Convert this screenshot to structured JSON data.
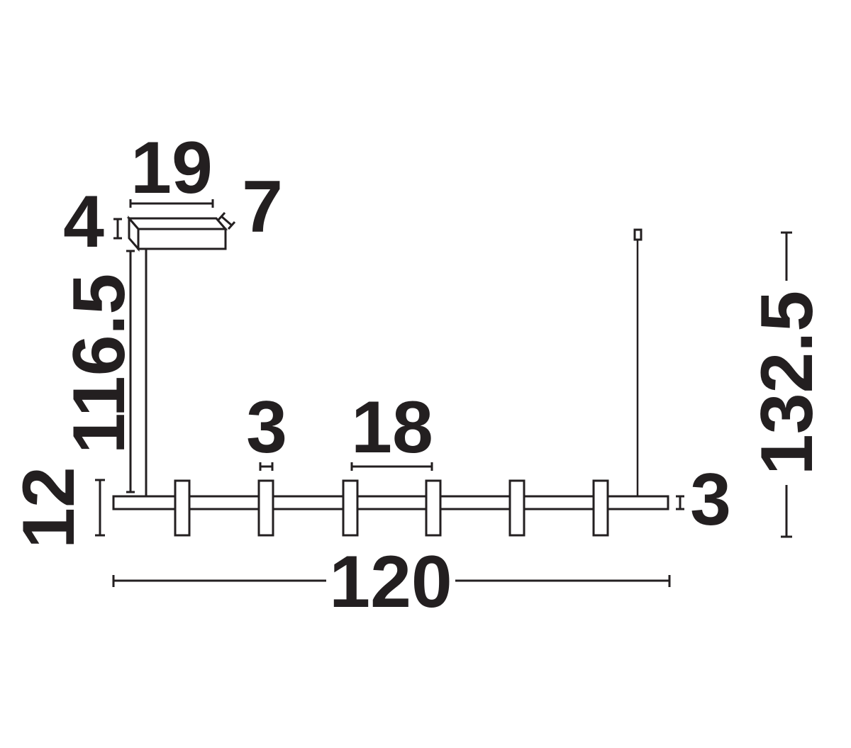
{
  "dimensions": {
    "canopy_width": "19",
    "canopy_depth": "7",
    "canopy_height": "4",
    "suspension_length": "116.5",
    "total_height": "132.5",
    "lamp_width": "3",
    "lamp_spacing": "18",
    "bar_height": "3",
    "lamp_height": "12",
    "total_length": "120"
  },
  "colors": {
    "line": "#231f20",
    "background": "#ffffff"
  }
}
